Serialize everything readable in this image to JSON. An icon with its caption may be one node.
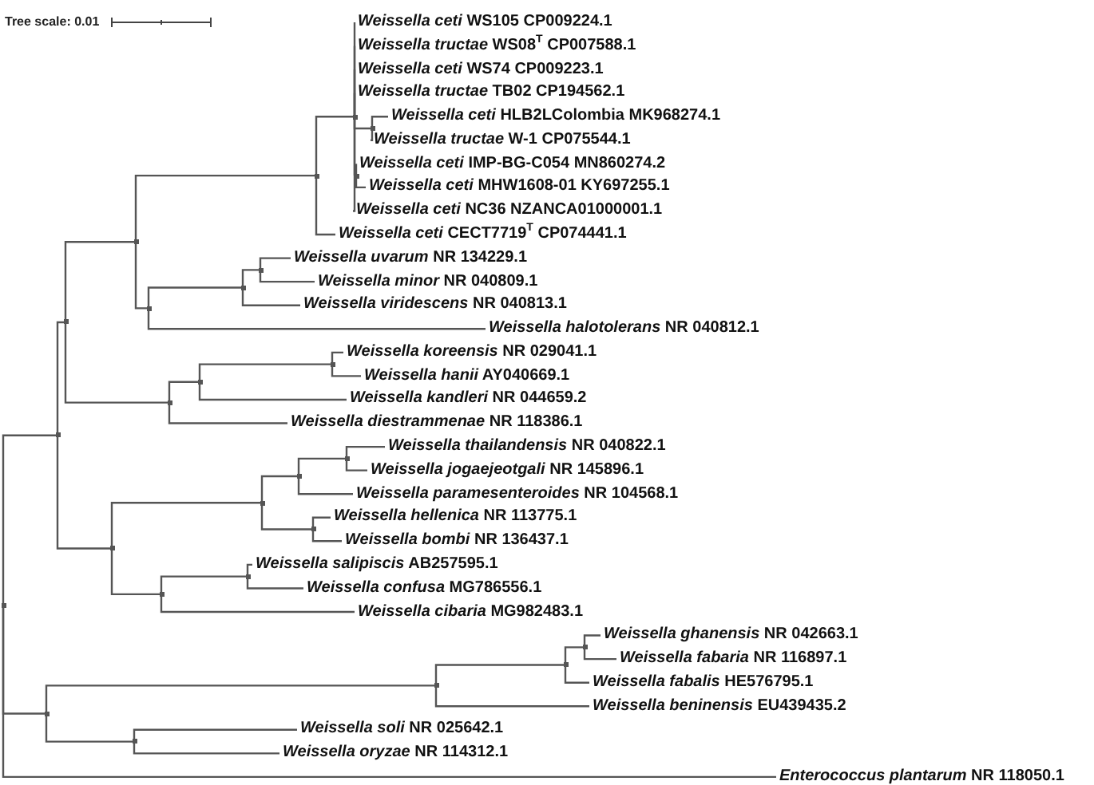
{
  "diagram": {
    "nodes": [
      {
        "text": [
          "*Weissella ceti* WS105 CP009224.1"
        ]
      },
      {
        "text": [
          "*Weissella tructae* WS08$^{T}$ CP007588.1"
        ]
      },
      {
        "text": [
          "*Weissella ceti* WS74 CP009223.1"
        ]
      },
      {
        "text": [
          "*Weissella tructae* TB02 CP194562.1"
        ]
      },
      {
        "text": [
          "*Weissella ceti* HLB2LColombia MK968274.1"
        ]
      },
      {
        "text": [
          "*Weissella tructae* W-1 CP075544.1"
        ]
      },
      {
        "text": [
          "*Weissella ceti* IMP-BG-C054 MN860274.2"
        ]
      },
      {
        "text": [
          "*Weissella ceti* MHW1608-01 KY697255.1"
        ]
      },
      {
        "text": [
          "*Weissella ceti* NC36 NZANCA01000001.1"
        ]
      },
      {
        "text": [
          "*Weissella ceti* CECT7719$^{T}$ CP074441.1"
        ]
      },
      {
        "text": [
          "*Weissella uvarum* NR 134229.1"
        ]
      },
      {
        "text": [
          "*Weissella minor* NR 040809.1"
        ]
      },
      {
        "text": [
          "*Weissella viridescens* NR 040813.1"
        ]
      },
      {
        "text": [
          "*Weissella halotolerans* NR 040812.1"
        ]
      },
      {
        "text": [
          "*Weissella koreensis* NR 029041.1"
        ]
      },
      {
        "text": [
          "*Weissella hanii* AY040669.1"
        ]
      },
      {
        "text": [
          "*Weissella kandleri* NR 044659.2"
        ]
      },
      {
        "text": [
          "*Weissella diestrammenae* NR 118386.1"
        ]
      },
      {
        "text": [
          "*Weissella thailandensis* NR 040822.1"
        ]
      },
      {
        "text": [
          "*Weissella jogaejeotgali* NR 145896.1"
        ]
      },
      {
        "text": [
          "*Weissella paramesenteroides* NR 104568.1"
        ]
      },
      {
        "text": [
          "*Weissella hellenica* NR 113775.1"
        ]
      },
      {
        "text": [
          "*Weissella bombi* NR 136437.1"
        ]
      },
      {
        "text": [
          "*Weissella salipiscis* AB257595.1"
        ]
      },
      {
        "text": [
          "*Weissella confusa* MG786556.1"
        ]
      },
      {
        "text": [
          "*Weissella cibaria* MG982483.1"
        ]
      },
      {
        "text": [
          "*Weissella ghanensis* NR 042663.1"
        ]
      },
      {
        "text": [
          "*Weissella fabaria* NR 116897.1"
        ]
      },
      {
        "text": [
          "*Weissella fabalis* HE576795.1"
        ]
      },
      {
        "text": [
          "*Weissella beninensis* EU439435.2"
        ]
      },
      {
        "text": [
          "*Weissella soli* NR 025642.1"
        ]
      },
      {
        "text": [
          "*Weissella oryzae* NR 114312.1"
        ]
      },
      {
        "text": [
          "*Enterococcus plantarum* NR 118050.1"
        ]
      },
      {
        "text": [],
        "shape": "point"
      },
      {
        "text": [],
        "shape": "point"
      },
      {
        "text": [],
        "shape": "point"
      },
      {
        "text": [],
        "shape": "point"
      },
      {
        "text": [],
        "shape": "point"
      },
      {
        "text": [],
        "shape": "point"
      },
      {
        "text": [],
        "shape": "point"
      },
      {
        "text": [],
        "shape": "point"
      },
      {
        "text": [],
        "shape": "point"
      },
      {
        "text": [],
        "shape": "point"
      },
      {
        "text": [],
        "shape": "point"
      },
      {
        "text": [],
        "shape": "point"
      },
      {
        "text": [],
        "shape": "point"
      },
      {
        "text": [],
        "shape": "point"
      },
      {
        "text": [],
        "shape": "point"
      },
      {
        "text": [],
        "shape": "point"
      },
      {
        "text": [],
        "shape": "point"
      },
      {
        "text": [],
        "shape": "point"
      },
      {
        "text": [],
        "shape": "point"
      },
      {
        "text": [],
        "shape": "point"
      },
      {
        "text": [],
        "shape": "point"
      },
      {
        "text": [],
        "shape": "point"
      },
      {
        "text": [],
        "shape": "point"
      },
      {
        "text": [],
        "shape": "point"
      },
      {
        "text": [],
        "shape": "point"
      },
      {
        "text": [],
        "shape": "point"
      }
    ],
    "edges": [
      {
        "from": 33,
        "to": 34,
        "arrow": "none"
      },
      {
        "from": 33,
        "to": 54,
        "arrow": "none"
      },
      {
        "from": 33,
        "to": 32,
        "arrow": "none"
      },
      {
        "from": 34,
        "to": 35,
        "arrow": "none"
      },
      {
        "from": 34,
        "to": 47,
        "arrow": "none"
      },
      {
        "from": 35,
        "to": 36,
        "arrow": "none"
      },
      {
        "from": 35,
        "to": 44,
        "arrow": "none"
      },
      {
        "from": 36,
        "to": 37,
        "arrow": "none"
      },
      {
        "from": 36,
        "to": 41,
        "arrow": "none"
      },
      {
        "from": 37,
        "to": 38,
        "arrow": "none"
      },
      {
        "from": 37,
        "to": 9,
        "arrow": "none"
      },
      {
        "from": 38,
        "to": 0,
        "arrow": "none"
      },
      {
        "from": 38,
        "to": 1,
        "arrow": "none"
      },
      {
        "from": 38,
        "to": 2,
        "arrow": "none"
      },
      {
        "from": 38,
        "to": 3,
        "arrow": "none"
      },
      {
        "from": 38,
        "to": 39,
        "arrow": "none"
      },
      {
        "from": 38,
        "to": 40,
        "arrow": "none"
      },
      {
        "from": 38,
        "to": 8,
        "arrow": "none"
      },
      {
        "from": 39,
        "to": 4,
        "arrow": "none"
      },
      {
        "from": 39,
        "to": 5,
        "arrow": "none"
      },
      {
        "from": 40,
        "to": 6,
        "arrow": "none"
      },
      {
        "from": 40,
        "to": 7,
        "arrow": "none"
      },
      {
        "from": 41,
        "to": 42,
        "arrow": "none"
      },
      {
        "from": 41,
        "to": 13,
        "arrow": "none"
      },
      {
        "from": 42,
        "to": 43,
        "arrow": "none"
      },
      {
        "from": 42,
        "to": 12,
        "arrow": "none"
      },
      {
        "from": 43,
        "to": 10,
        "arrow": "none"
      },
      {
        "from": 43,
        "to": 11,
        "arrow": "none"
      },
      {
        "from": 44,
        "to": 45,
        "arrow": "none"
      },
      {
        "from": 44,
        "to": 17,
        "arrow": "none"
      },
      {
        "from": 45,
        "to": 46,
        "arrow": "none"
      },
      {
        "from": 45,
        "to": 16,
        "arrow": "none"
      },
      {
        "from": 46,
        "to": 14,
        "arrow": "none"
      },
      {
        "from": 46,
        "to": 15,
        "arrow": "none"
      },
      {
        "from": 47,
        "to": 48,
        "arrow": "none"
      },
      {
        "from": 47,
        "to": 52,
        "arrow": "none"
      },
      {
        "from": 48,
        "to": 49,
        "arrow": "none"
      },
      {
        "from": 48,
        "to": 51,
        "arrow": "none"
      },
      {
        "from": 49,
        "to": 50,
        "arrow": "none"
      },
      {
        "from": 49,
        "to": 20,
        "arrow": "none"
      },
      {
        "from": 50,
        "to": 18,
        "arrow": "none"
      },
      {
        "from": 50,
        "to": 19,
        "arrow": "none"
      },
      {
        "from": 51,
        "to": 21,
        "arrow": "none"
      },
      {
        "from": 51,
        "to": 22,
        "arrow": "none"
      },
      {
        "from": 52,
        "to": 53,
        "arrow": "none"
      },
      {
        "from": 52,
        "to": 25,
        "arrow": "none"
      },
      {
        "from": 53,
        "to": 23,
        "arrow": "none"
      },
      {
        "from": 53,
        "to": 24,
        "arrow": "none"
      },
      {
        "from": 54,
        "to": 55,
        "arrow": "none"
      },
      {
        "from": 54,
        "to": 58,
        "arrow": "none"
      },
      {
        "from": 55,
        "to": 56,
        "arrow": "none"
      },
      {
        "from": 55,
        "to": 29,
        "arrow": "none"
      },
      {
        "from": 56,
        "to": 57,
        "arrow": "none"
      },
      {
        "from": 56,
        "to": 28,
        "arrow": "none"
      },
      {
        "from": 57,
        "to": 26,
        "arrow": "none"
      },
      {
        "from": 57,
        "to": 27,
        "arrow": "none"
      },
      {
        "from": 58,
        "to": 30,
        "arrow": "none"
      },
      {
        "from": 58,
        "to": 31,
        "arrow": "none"
      }
    ],
    "labels": [
      "Tree scale: 0.01"
    ]
  }
}
